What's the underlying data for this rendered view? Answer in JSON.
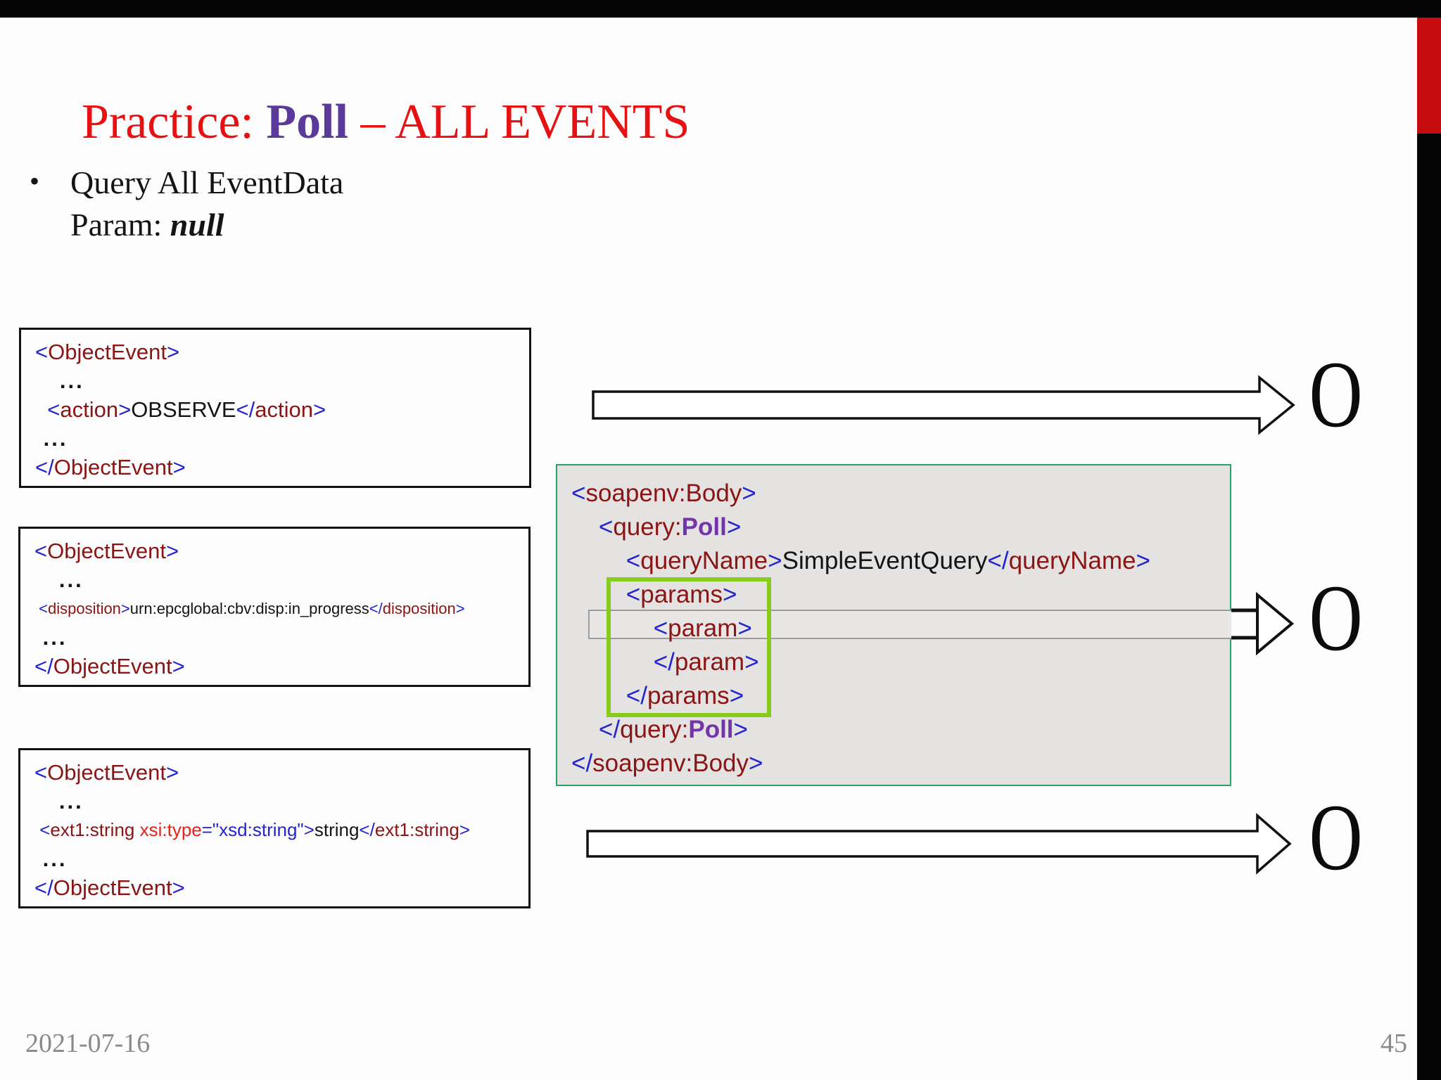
{
  "slide": {
    "title": {
      "prefix": "Practice: ",
      "highlight": "Poll",
      "suffix": " – ALL EVENTS"
    },
    "bullet": {
      "marker": "•",
      "line1": "Query All EventData",
      "line2_label": "Param: ",
      "line2_value": "null"
    },
    "footer": {
      "date": "2021-07-16",
      "page": "45"
    }
  },
  "colors": {
    "title_red": "#e81112",
    "title_purple": "#5b3a9b",
    "xml_bracket_blue": "#2424cf",
    "xml_tag_maroon": "#8b1414",
    "xml_attr_red": "#e5231b",
    "xml_poll_purple": "#7434ac",
    "soap_box_bg": "#e4e3e2",
    "soap_box_border_green": "#2da266",
    "param_highlight_green": "#87cc1b",
    "band_border_gray": "#9c9c9c",
    "edge_red_block": "#c50d10",
    "edge_black": "#050505",
    "footer_gray": "#8b8989"
  },
  "event_boxes": [
    {
      "lines": [
        [
          {
            "t": "<",
            "c": "b"
          },
          {
            "t": "ObjectEvent",
            "c": "m"
          },
          {
            "t": ">",
            "c": "b"
          }
        ],
        [
          {
            "t": "   ...",
            "c": "d"
          }
        ],
        [
          {
            "t": "  <",
            "c": "b"
          },
          {
            "t": "action",
            "c": "m"
          },
          {
            "t": ">",
            "c": "b"
          },
          {
            "t": "OBSERVE",
            "c": "k"
          },
          {
            "t": "</",
            "c": "b"
          },
          {
            "t": "action",
            "c": "m"
          },
          {
            "t": ">",
            "c": "b"
          }
        ],
        [
          {
            "t": " ...",
            "c": "d"
          }
        ],
        [
          {
            "t": "</",
            "c": "b"
          },
          {
            "t": "ObjectEvent",
            "c": "m"
          },
          {
            "t": ">",
            "c": "b"
          }
        ]
      ]
    },
    {
      "lines": [
        [
          {
            "t": "<",
            "c": "b"
          },
          {
            "t": "ObjectEvent",
            "c": "m"
          },
          {
            "t": ">",
            "c": "b"
          }
        ],
        [
          {
            "t": "   ...",
            "c": "d"
          }
        ],
        {
          "fs": 22,
          "segs": [
            {
              "t": " <",
              "c": "b"
            },
            {
              "t": "disposition",
              "c": "m"
            },
            {
              "t": ">",
              "c": "b"
            },
            {
              "t": "urn:epcglobal:cbv:disp:in_progress",
              "c": "k"
            },
            {
              "t": "</",
              "c": "b"
            },
            {
              "t": "disposition",
              "c": "m"
            },
            {
              "t": ">",
              "c": "b"
            }
          ]
        },
        [
          {
            "t": " ...",
            "c": "d"
          }
        ],
        [
          {
            "t": "</",
            "c": "b"
          },
          {
            "t": "ObjectEvent",
            "c": "m"
          },
          {
            "t": ">",
            "c": "b"
          }
        ]
      ]
    },
    {
      "lines": [
        [
          {
            "t": "<",
            "c": "b"
          },
          {
            "t": "ObjectEvent",
            "c": "m"
          },
          {
            "t": ">",
            "c": "b"
          }
        ],
        [
          {
            "t": "   ...",
            "c": "d"
          }
        ],
        {
          "fs": 26,
          "segs": [
            {
              "t": " <",
              "c": "b"
            },
            {
              "t": "ext1:string",
              "c": "m"
            },
            {
              "t": " xsi:type",
              "c": "r"
            },
            {
              "t": "=\"xsd:string\">",
              "c": "b"
            },
            {
              "t": "string",
              "c": "k"
            },
            {
              "t": "</",
              "c": "b"
            },
            {
              "t": "ext1:string",
              "c": "m"
            },
            {
              "t": ">",
              "c": "b"
            }
          ]
        },
        [
          {
            "t": " ...",
            "c": "d"
          }
        ],
        [
          {
            "t": "</",
            "c": "b"
          },
          {
            "t": "ObjectEvent",
            "c": "m"
          },
          {
            "t": ">",
            "c": "b"
          }
        ]
      ]
    }
  ],
  "soap_box": {
    "lines": [
      [
        {
          "t": "<",
          "c": "b"
        },
        {
          "t": "soapenv:Body",
          "c": "m"
        },
        {
          "t": ">",
          "c": "b"
        }
      ],
      [
        {
          "t": "    <",
          "c": "b"
        },
        {
          "t": "query:",
          "c": "m"
        },
        {
          "t": "Poll",
          "c": "p"
        },
        {
          "t": ">",
          "c": "b"
        }
      ],
      [
        {
          "t": "        <",
          "c": "b"
        },
        {
          "t": "queryName",
          "c": "m"
        },
        {
          "t": ">",
          "c": "b"
        },
        {
          "t": "SimpleEventQuery",
          "c": "k"
        },
        {
          "t": "</",
          "c": "b"
        },
        {
          "t": "queryName",
          "c": "m"
        },
        {
          "t": ">",
          "c": "b"
        }
      ],
      [
        {
          "t": "        <",
          "c": "b"
        },
        {
          "t": "params",
          "c": "m"
        },
        {
          "t": ">",
          "c": "b"
        }
      ],
      [
        {
          "t": "            <",
          "c": "b"
        },
        {
          "t": "param",
          "c": "m"
        },
        {
          "t": ">",
          "c": "b"
        }
      ],
      [
        {
          "t": "            </",
          "c": "b"
        },
        {
          "t": "param",
          "c": "m"
        },
        {
          "t": ">",
          "c": "b"
        }
      ],
      [
        {
          "t": "        </",
          "c": "b"
        },
        {
          "t": "params",
          "c": "m"
        },
        {
          "t": ">",
          "c": "b"
        }
      ],
      [
        {
          "t": "    </",
          "c": "b"
        },
        {
          "t": "query:",
          "c": "m"
        },
        {
          "t": "Poll",
          "c": "p"
        },
        {
          "t": ">",
          "c": "b"
        }
      ],
      [
        {
          "t": "</",
          "c": "b"
        },
        {
          "t": "soapenv:Body",
          "c": "m"
        },
        {
          "t": ">",
          "c": "b"
        }
      ]
    ]
  },
  "result_marks": {
    "top": "O",
    "middle": "O",
    "bottom": "O"
  }
}
